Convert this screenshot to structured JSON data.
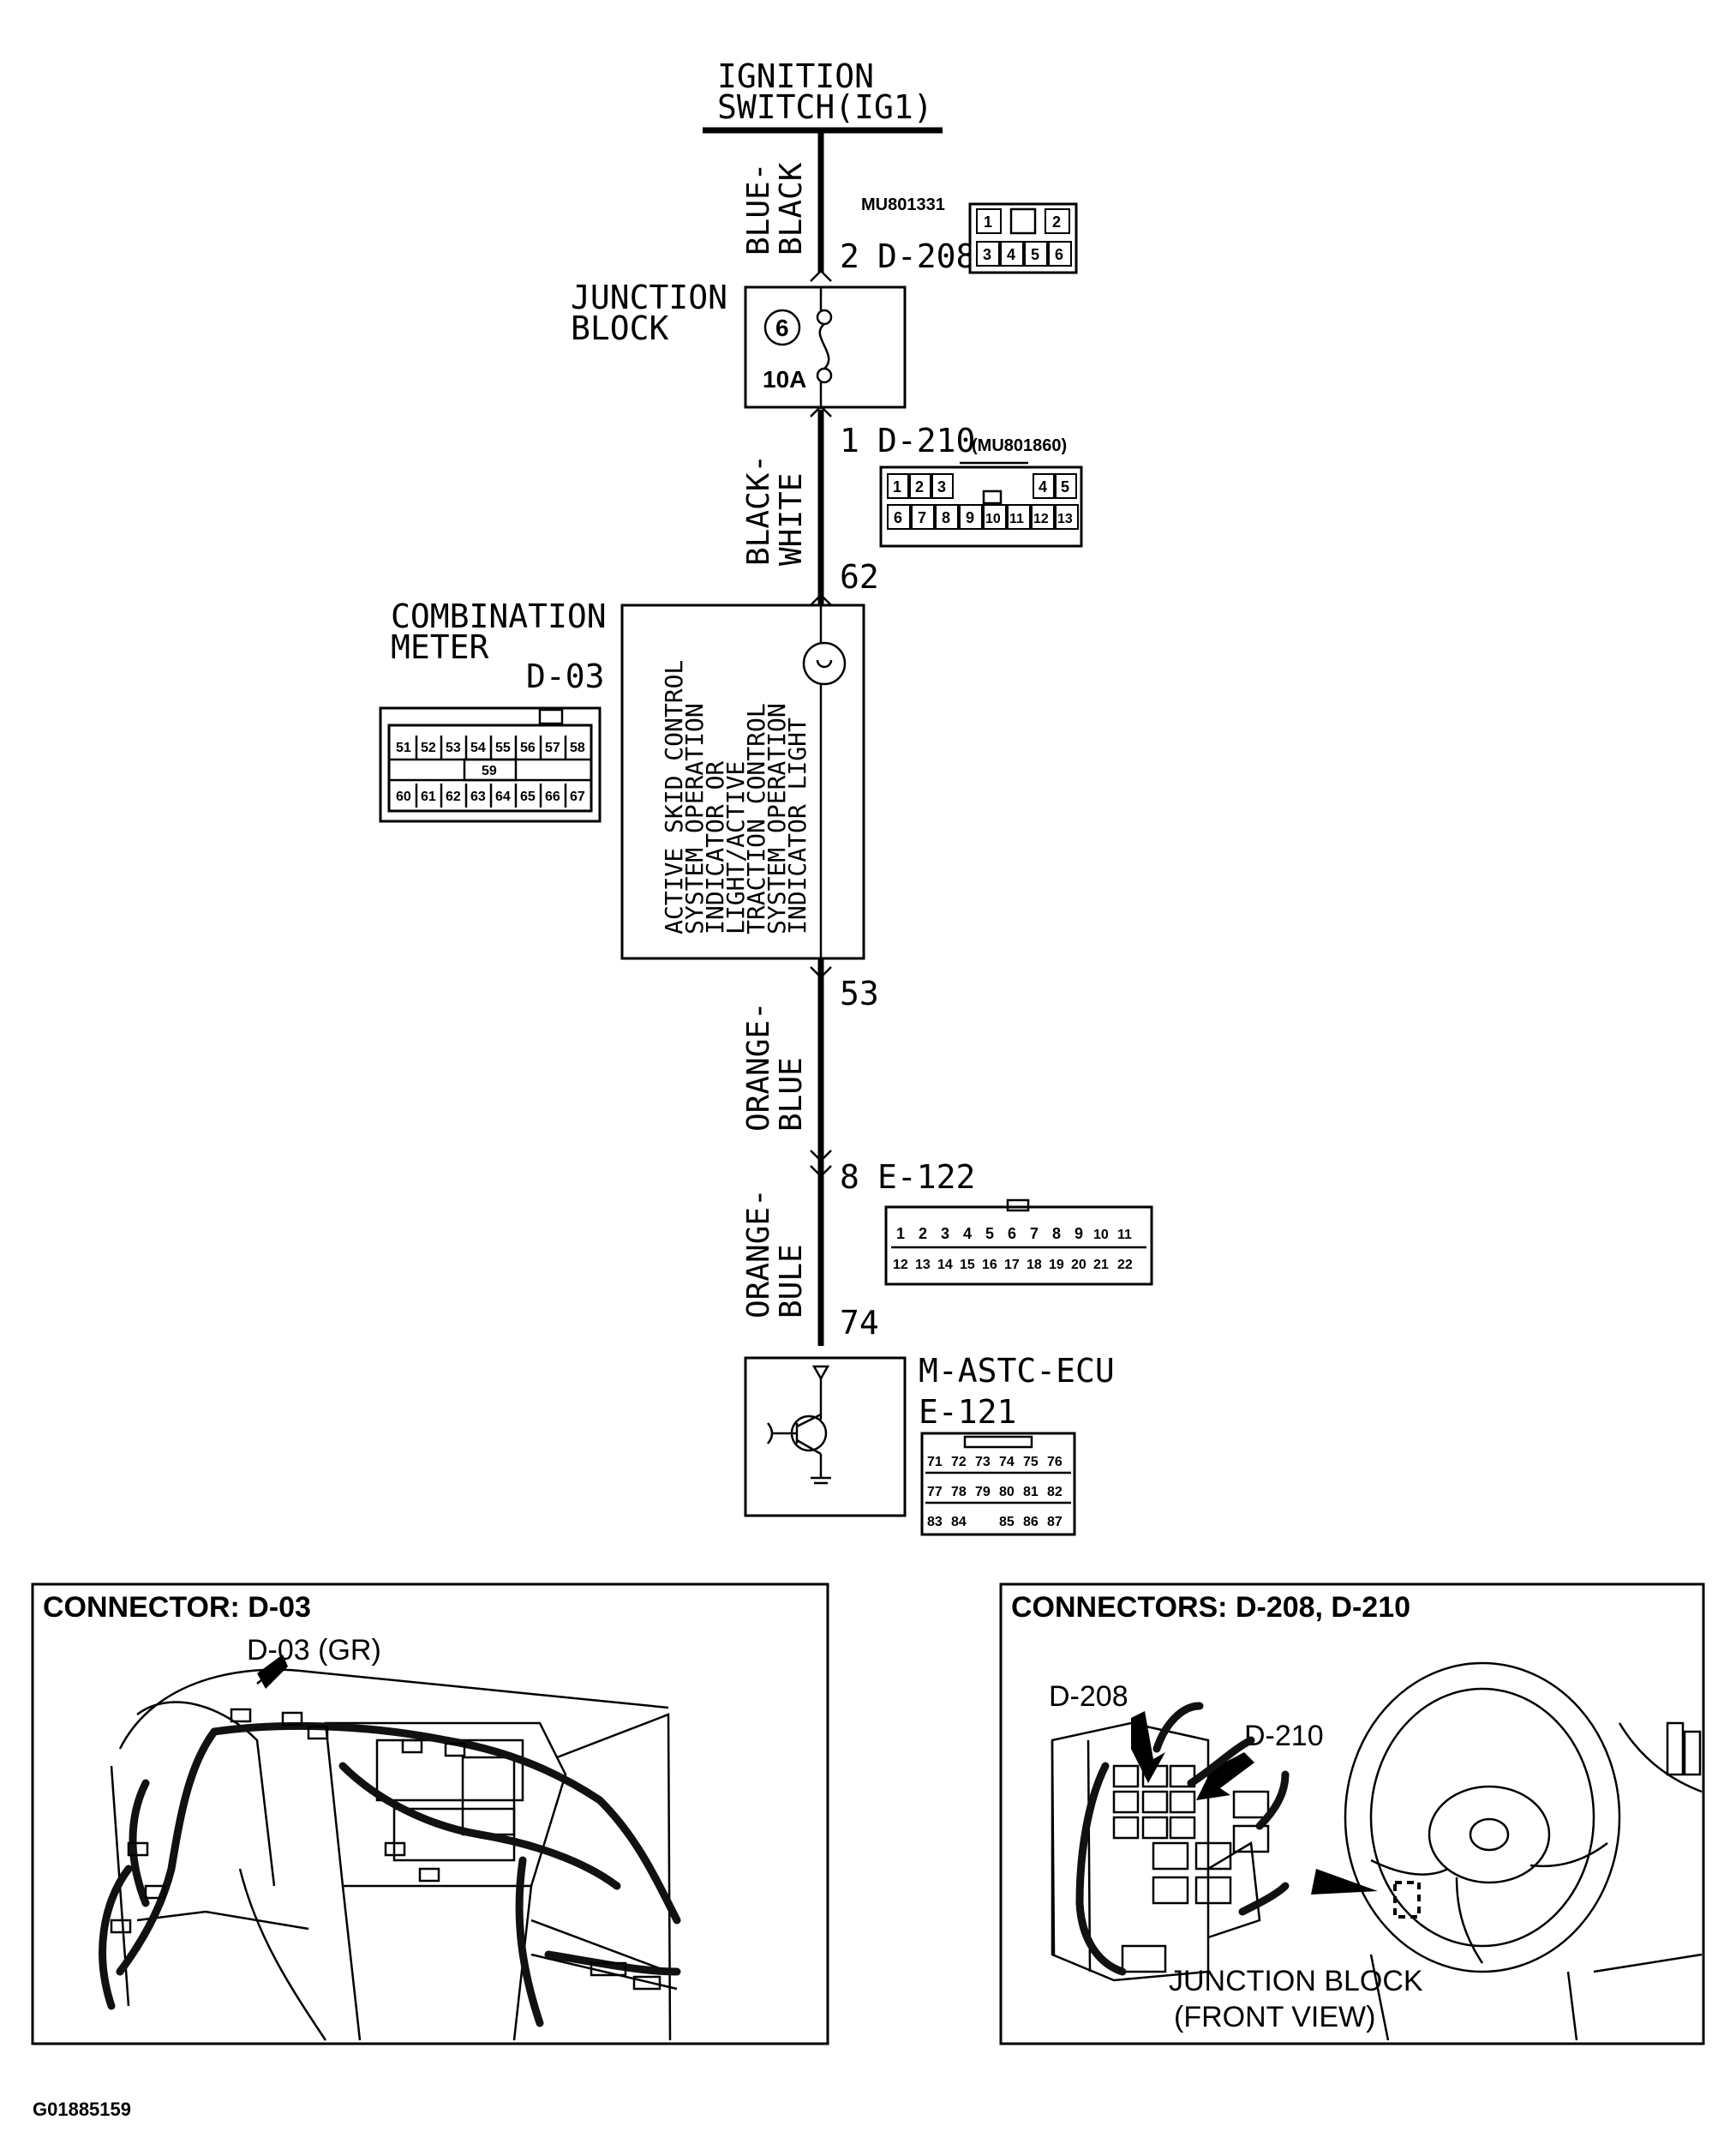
{
  "diagram": {
    "ignition_switch": {
      "line1": "IGNITION",
      "line2": "SWITCH(IG1)"
    },
    "wires": [
      {
        "id": "w1",
        "color_line1": "BLUE-",
        "color_line2": "BLACK"
      },
      {
        "id": "w2",
        "color_line1": "BLACK-",
        "color_line2": "WHITE"
      },
      {
        "id": "w3",
        "color_line1": "ORANGE-",
        "color_line2": "BLUE"
      },
      {
        "id": "w4",
        "color_line1": "ORANGE-",
        "color_line2": "BULE"
      }
    ],
    "d208": {
      "pin": "2",
      "label": "D-208",
      "part": "MU801331",
      "pins": [
        "1",
        "2",
        "3",
        "4",
        "5",
        "6"
      ]
    },
    "junction_block": {
      "line1": "JUNCTION",
      "line2": "BLOCK",
      "fuse_no": "6",
      "fuse_rating": "10A"
    },
    "d210": {
      "pin": "1",
      "label": "D-210",
      "part": "(MU801860)",
      "row1": [
        "1",
        "2",
        "3",
        "4",
        "5"
      ],
      "row2": [
        "6",
        "7",
        "8",
        "9",
        "10",
        "11",
        "12",
        "13"
      ]
    },
    "combination_meter": {
      "line1": "COMBINATION",
      "line2": "METER",
      "connector": "D-03",
      "pin_in": "62",
      "pin_out": "53",
      "row1": [
        "51",
        "52",
        "53",
        "54",
        "55",
        "56",
        "57",
        "58"
      ],
      "mid": "59",
      "row2": [
        "60",
        "61",
        "62",
        "63",
        "64",
        "65",
        "66",
        "67"
      ],
      "light_label": [
        "ACTIVE SKID CONTROL",
        "SYSTEM OPERATION",
        "INDICATOR OR",
        "LIGHT/ACTIVE",
        "TRACTION CONTROL",
        "SYSTEM OPERATION",
        "INDICATOR LIGHT"
      ]
    },
    "e122": {
      "pin": "8",
      "label": "E-122",
      "row1": [
        "1",
        "2",
        "3",
        "4",
        "5",
        "6",
        "7",
        "8",
        "9",
        "10",
        "11"
      ],
      "row2": [
        "12",
        "13",
        "14",
        "15",
        "16",
        "17",
        "18",
        "19",
        "20",
        "21",
        "22"
      ]
    },
    "ecu": {
      "pin": "74",
      "name": "M-ASTC-ECU",
      "connector": "E-121",
      "row1": [
        "71",
        "72",
        "73",
        "74",
        "75",
        "76"
      ],
      "row2": [
        "77",
        "78",
        "79",
        "80",
        "81",
        "82"
      ],
      "row3": [
        "83",
        "84",
        "85",
        "86",
        "87"
      ]
    }
  },
  "panels": {
    "left": {
      "title": "CONNECTOR: D-03",
      "callout": "D-03 (GR)"
    },
    "right": {
      "title": "CONNECTORS: D-208, D-210",
      "callout1": "D-208",
      "callout2": "D-210",
      "caption1": "JUNCTION BLOCK",
      "caption2": "(FRONT VIEW)"
    }
  },
  "figure_id": "G01885159"
}
